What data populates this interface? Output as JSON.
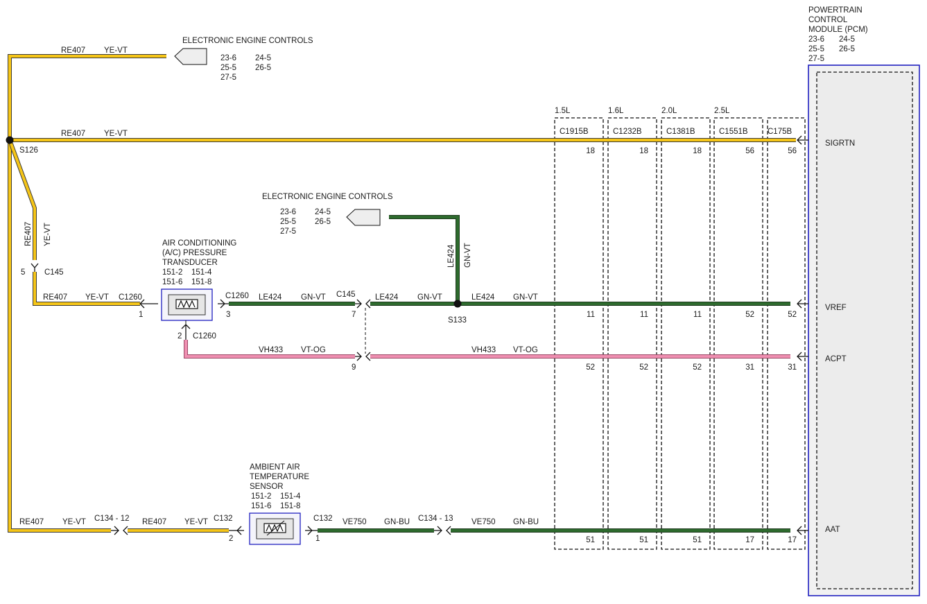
{
  "colors": {
    "yellow_wire": "#f5c518",
    "green_wire": "#2e6b2e",
    "pink_wire": "#ef8fb1",
    "component_border": "#1f1fc0",
    "component_fill": "#eeeeee"
  },
  "eec_top": {
    "title": "ELECTRONIC ENGINE CONTROLS",
    "refs": [
      "23-6",
      "24-5",
      "25-5",
      "26-5",
      "27-5"
    ]
  },
  "eec_mid": {
    "title": "ELECTRONIC ENGINE CONTROLS",
    "refs": [
      "23-6",
      "24-5",
      "25-5",
      "26-5",
      "27-5"
    ]
  },
  "pcm": {
    "title_lines": [
      "POWERTRAIN",
      "CONTROL",
      "MODULE (PCM)"
    ],
    "refs": [
      "23-6",
      "24-5",
      "25-5",
      "26-5",
      "27-5"
    ],
    "pins": [
      "SIGRTN",
      "VREF",
      "ACPT",
      "AAT"
    ]
  },
  "ac_transducer": {
    "title_lines": [
      "AIR CONDITIONING",
      "(A/C) PRESSURE",
      "TRANSDUCER"
    ],
    "refs": [
      "151-2",
      "151-4",
      "151-6",
      "151-8"
    ]
  },
  "ambient_sensor": {
    "title_lines": [
      "AMBIENT AIR",
      "TEMPERATURE",
      "SENSOR"
    ],
    "refs": [
      "151-2",
      "151-4",
      "151-6",
      "151-8"
    ]
  },
  "splices": {
    "s126": "S126",
    "s133": "S133"
  },
  "engine_variants": [
    "1.5L",
    "1.6L",
    "2.0L",
    "2.5L"
  ],
  "pcm_connectors": [
    "C1915B",
    "C1232B",
    "C1381B",
    "C1551B",
    "C175B"
  ],
  "pin_table": {
    "sigrtn": [
      "18",
      "18",
      "18",
      "56",
      "56"
    ],
    "vref": [
      "11",
      "11",
      "11",
      "52",
      "52"
    ],
    "acpt": [
      "52",
      "52",
      "52",
      "31",
      "31"
    ],
    "aat": [
      "51",
      "51",
      "51",
      "17",
      "17"
    ]
  },
  "wires": {
    "top_branch": {
      "circuit": "RE407",
      "color": "YE-VT"
    },
    "sigrtn": {
      "circuit": "RE407",
      "color": "YE-VT"
    },
    "vertical_s126": {
      "circuit": "RE407",
      "color": "YE-VT"
    },
    "to_c1260": {
      "circuit": "RE407",
      "color": "YE-VT"
    },
    "c1260_c145": {
      "circuit": "LE424",
      "color": "GN-VT"
    },
    "c145_s133": {
      "circuit": "LE424",
      "color": "GN-VT"
    },
    "s133_pcm": {
      "circuit": "LE424",
      "color": "GN-VT"
    },
    "s133_eec": {
      "circuit": "LE424",
      "color": "GN-VT"
    },
    "acpt_left": {
      "circuit": "VH433",
      "color": "VT-OG"
    },
    "acpt_right": {
      "circuit": "VH433",
      "color": "VT-OG"
    },
    "aat_left_a": {
      "circuit": "RE407",
      "color": "YE-VT"
    },
    "aat_left_b": {
      "circuit": "RE407",
      "color": "YE-VT"
    },
    "aat_right_a": {
      "circuit": "VE750",
      "color": "GN-BU"
    },
    "aat_right_b": {
      "circuit": "VE750",
      "color": "GN-BU"
    }
  },
  "connectors": {
    "c145_left": "C145",
    "c145_left_pin": "5",
    "c1260_left": "C1260",
    "c1260_left_pin": "1",
    "c1260_right": "C1260",
    "c1260_right_pin": "3",
    "c1260_bottom": "C1260",
    "c1260_bottom_pin": "2",
    "c145_mid": "C145",
    "c145_mid_pin_top": "7",
    "c145_mid_pin_bottom": "9",
    "c134_left": "C134 - 12",
    "c132_left": "C132",
    "c132_left_pin": "2",
    "c132_right": "C132",
    "c132_right_pin": "1",
    "c134_right": "C134 - 13"
  }
}
